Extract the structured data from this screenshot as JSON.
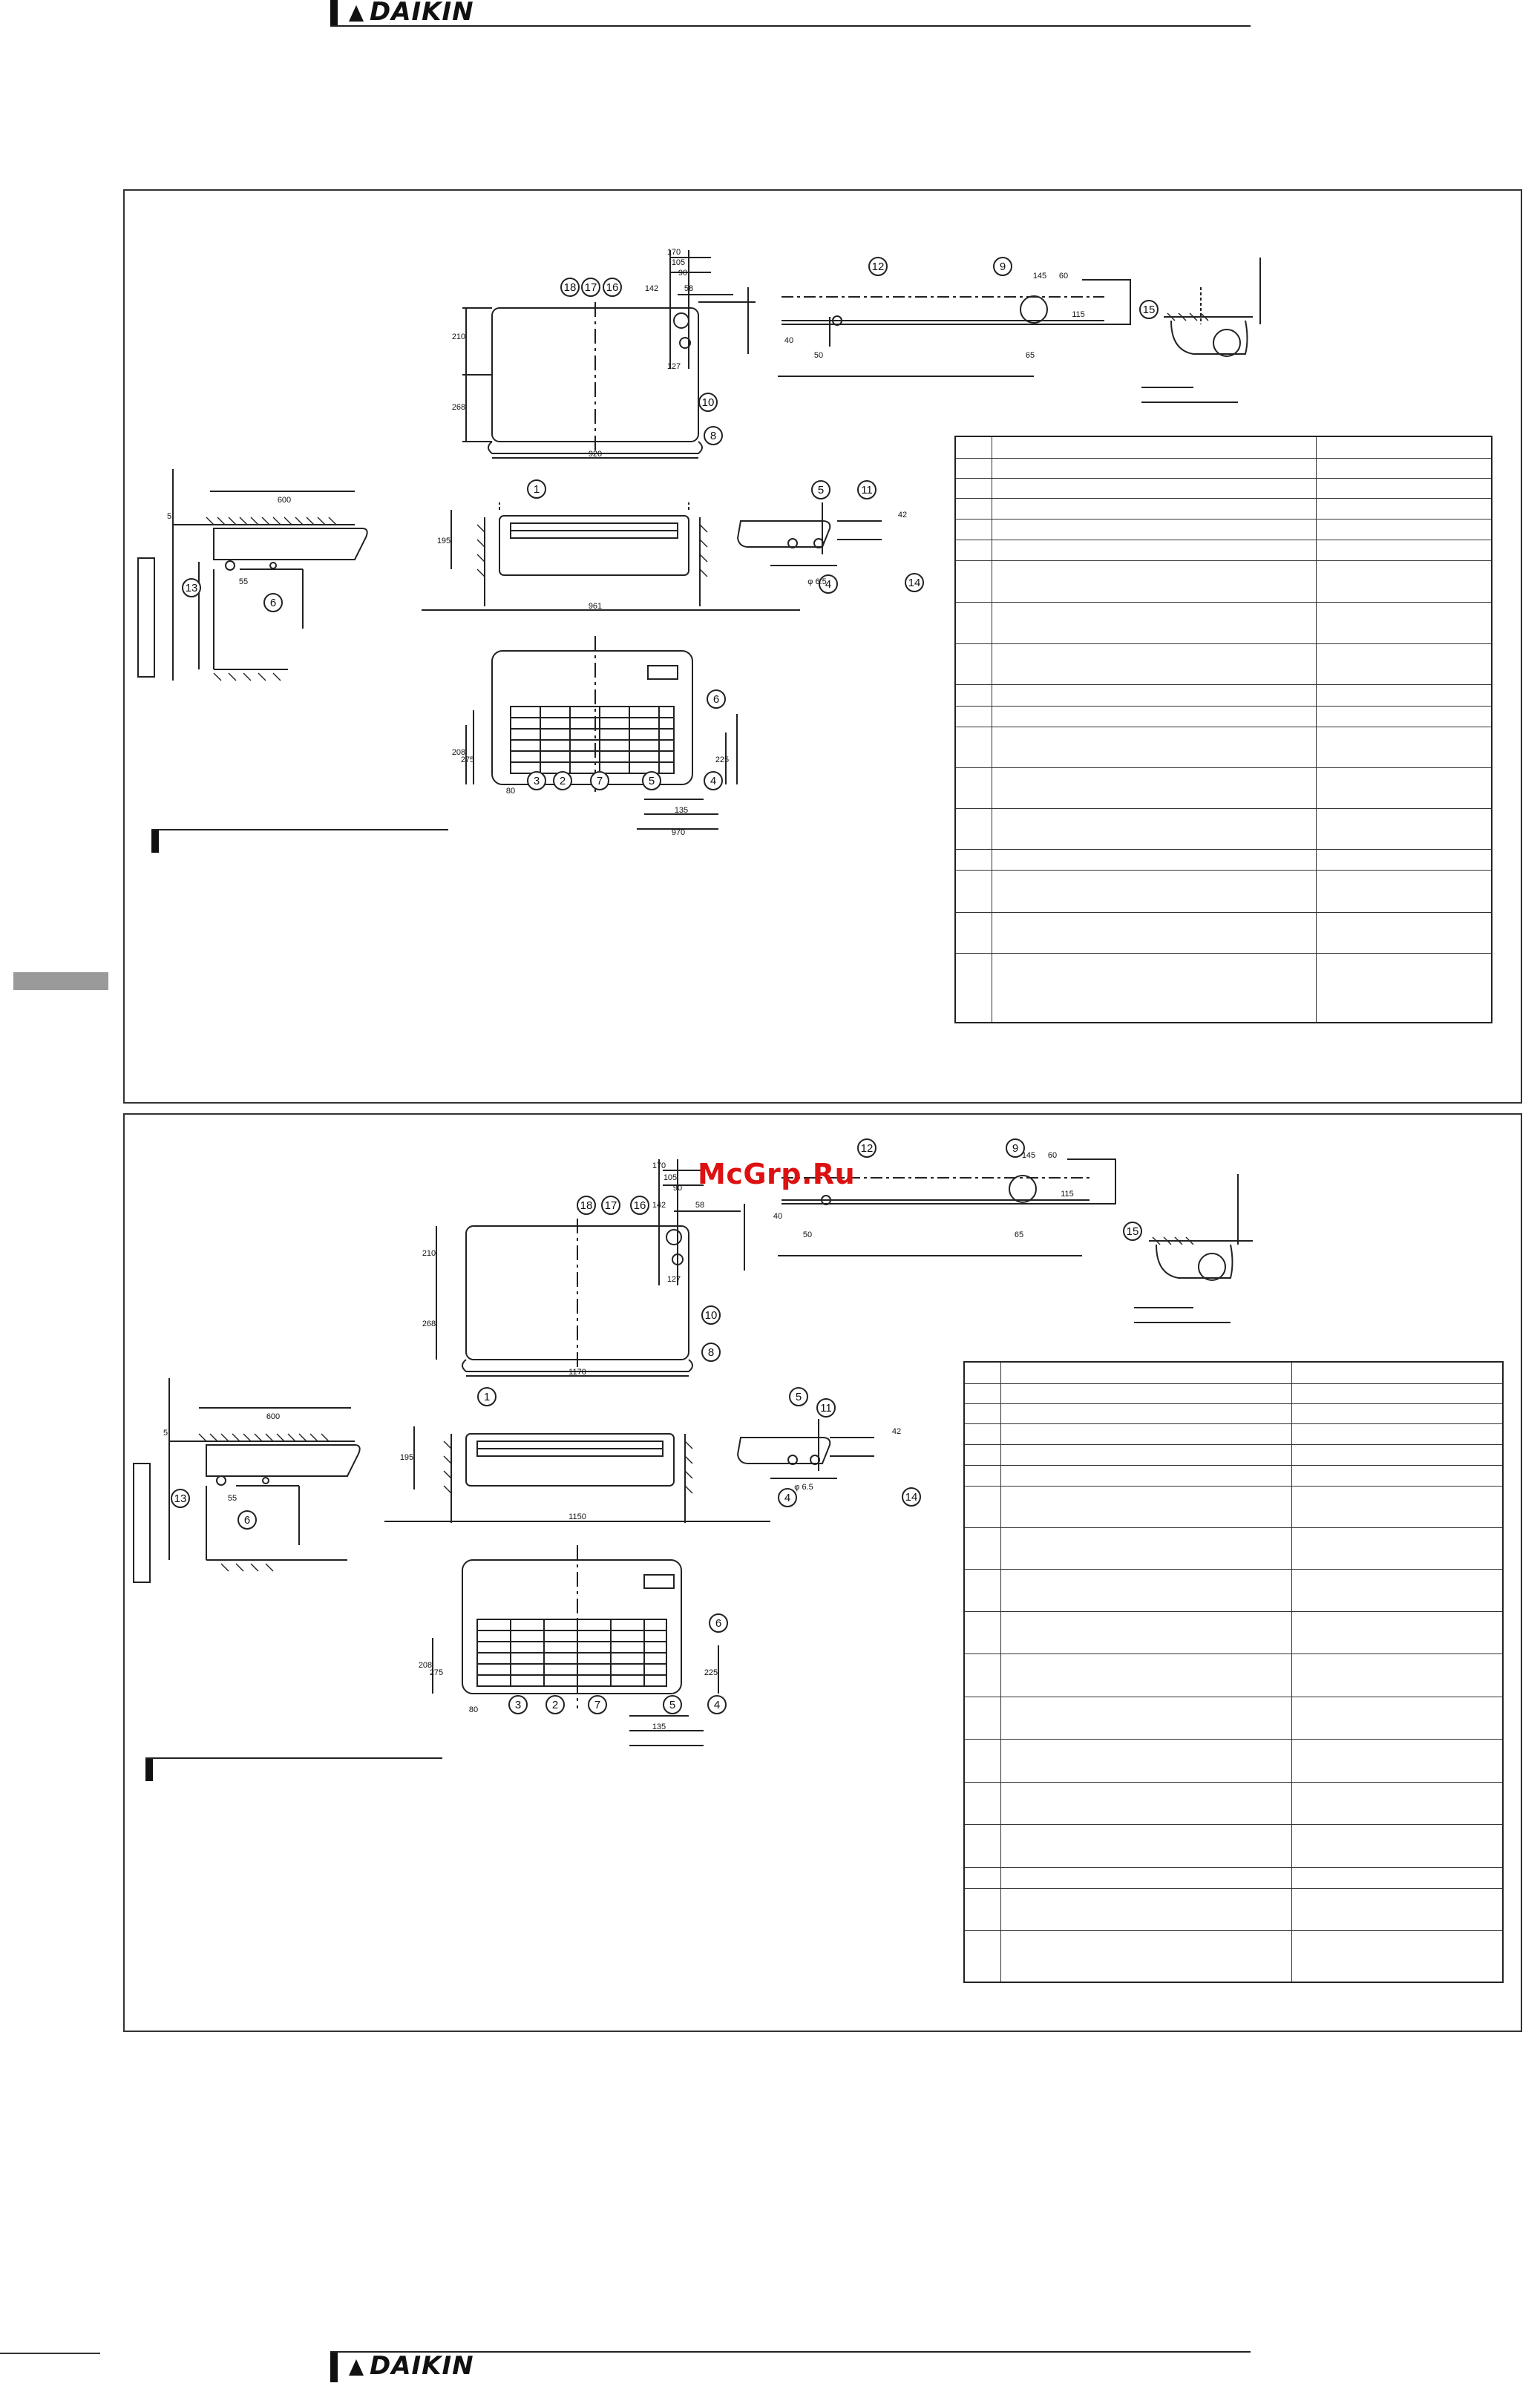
{
  "header": {
    "brand": "DAIKIN"
  },
  "footer": {
    "brand": "DAIKIN"
  },
  "watermark": {
    "text": "McGrp.Ru"
  },
  "drawing_top": {
    "dims": {
      "top_width": "920",
      "front_width": "961",
      "bottom_width": "970",
      "d170": "170",
      "d105": "105",
      "d90": "90",
      "d58": "58",
      "d142": "142",
      "d127": "127",
      "d210": "210",
      "d268": "268",
      "d195": "195",
      "d600": "600",
      "d55": "55",
      "d208": "208",
      "d275": "275",
      "d225": "225",
      "d80": "80",
      "d135": "135",
      "d145": "145",
      "d60": "60",
      "d65": "65",
      "d50": "50",
      "d40": "40",
      "d115": "115",
      "d42": "42",
      "phi65": "φ 6.5",
      "d5": "5"
    }
  },
  "drawing_bottom": {
    "dims": {
      "top_width": "1170",
      "front_width": "1150",
      "d170": "170",
      "d105": "105",
      "d90": "90",
      "d58": "58",
      "d142": "142",
      "d127": "127",
      "d210": "210",
      "d268": "268",
      "d195": "195",
      "d600": "600",
      "d55": "55",
      "d208": "208",
      "d275": "275",
      "d225": "225",
      "d80": "80",
      "d135": "135",
      "d145": "145",
      "d60": "60",
      "d65": "65",
      "d50": "50",
      "d40": "40",
      "d115": "115",
      "d42": "42",
      "phi65": "φ 6.5",
      "d5": "5"
    }
  },
  "callouts": [
    "1",
    "2",
    "3",
    "4",
    "5",
    "6",
    "7",
    "8",
    "9",
    "10",
    "11",
    "12",
    "13",
    "14",
    "15",
    "16",
    "17",
    "18"
  ]
}
